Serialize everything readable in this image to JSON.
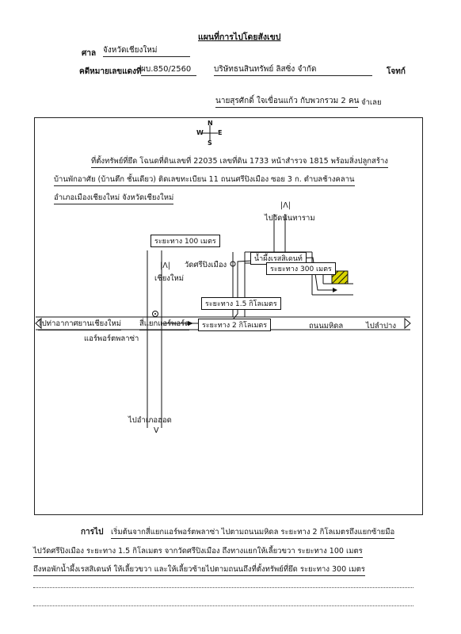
{
  "header": {
    "title": "แผนที่การไปโดยสังเขป",
    "court_label": "ศาล",
    "court_value": "จังหวัดเชียงใหม่",
    "case_label": "คดีหมายเลขแดงที่",
    "case_value": "ผบ.850/2560",
    "plaintiff": "บริษัทธนสินทรัพย์ ลิสซิ่ง จำกัด",
    "plaintiff_role": "โจทก์",
    "defendant": "นายสุรศักดิ์ ใจเขื่อนแก้ว กับพวกรวม 2 คน",
    "defendant_role": "จำเลย"
  },
  "compass": {
    "n": "N",
    "s": "S",
    "e": "E",
    "w": "W"
  },
  "property": {
    "line1": "ที่ตั้งทรัพย์ที่ยึด โฉนดที่ดินเลขที่ 22035 เลขที่ดิน 1733 หน้าสำรวจ 1815 พร้อมสิ่งปลูกสร้าง",
    "line2": "บ้านพักอาศัย (บ้านตึก ชั้นเดียว) ติดเลขทะเบียน 11 ถนนศรีปิงเมือง ซอย 3 ก. ตำบลช้างคลาน",
    "line3": "อำเภอเมืองเชียงใหม่ จังหวัดเชียงใหม่"
  },
  "map": {
    "temple_north": "ไปวัดนันทาราม",
    "up_arrow": "|Λ|",
    "dist_100": "ระยะทาง 100 เมตร",
    "temple_sriping": "วัดศรีปิงเมือง",
    "to_chiangmai": "เชียงใหม่",
    "dormitory": "น้ำผึ้งเรสสิเดนท์",
    "dist_300": "ระยะทาง 300 เมตร",
    "dist_1_5": "ระยะทาง 1.5 กิโลเมตร",
    "to_airport": "ไปท่าอากาศยานเชียงใหม่",
    "intersection": "สี่แยกแอร์พอร์ต",
    "dist_2": "ระยะทาง 2 กิโลเมตร",
    "road_name": "ถนนมหิดล",
    "to_lampang": "ไปลำปาง",
    "airport_plaza": "แอร์พอร์ตพลาซ่า",
    "to_hot": "ไปอำเภอฮอด",
    "down_arrow": "V"
  },
  "directions": {
    "label": "การไป",
    "line1": "เริ่มต้นจากสี่แยกแอร์พอร์ตพลาซ่า ไปตามถนนมหิดล ระยะทาง 2 กิโลเมตรถึงแยกซ้ายมือ",
    "line2": "ไปวัดศรีปิงเมือง ระยะทาง 1.5 กิโลเมตร จากวัดศรีปิงเมือง ถึงทางแยกให้เลี้ยวขวา ระยะทาง 100 เมตร",
    "line3": "ถึงหอพักน้ำผึ้งเรสสิเดนท์ ให้เลี้ยวขวา และให้เลี้ยวซ้ายไปตามถนนถึงที่ตั้งทรัพย์ที่ยึด ระยะทาง 300 เมตร"
  }
}
